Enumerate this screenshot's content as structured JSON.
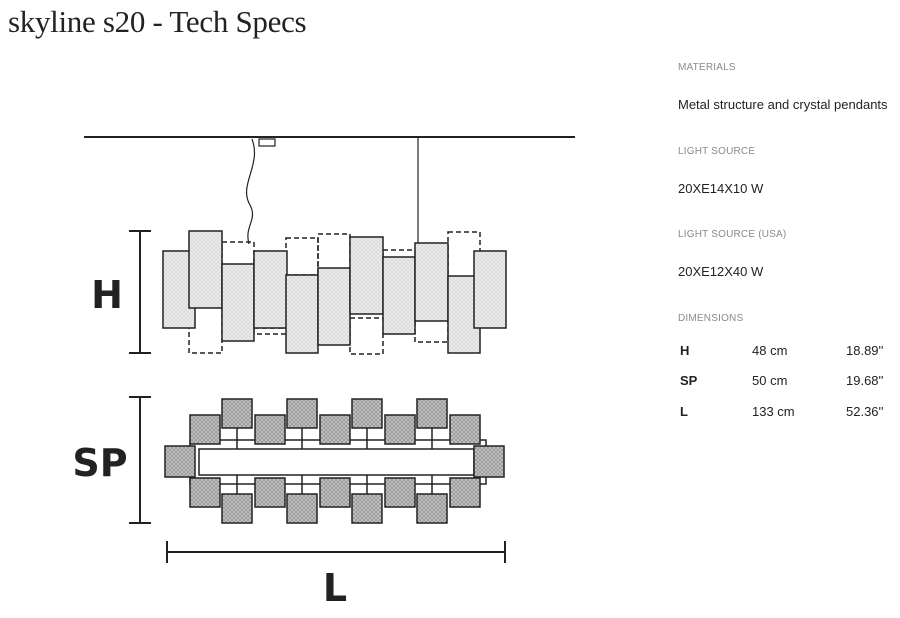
{
  "page": {
    "title": "skyline s20 - Tech Specs"
  },
  "diagram": {
    "height_label": "H",
    "spread_label": "SP",
    "length_label": "L"
  },
  "specs": {
    "materials_label": "MATERIALS",
    "materials_value": "Metal structure and crystal pendants",
    "light_source_label": "LIGHT SOURCE",
    "light_source_value": "20XE14X10 W",
    "light_source_usa_label": "LIGHT SOURCE (USA)",
    "light_source_usa_value": "20XE12X40 W",
    "dimensions_label": "DIMENSIONS",
    "dimensions": [
      {
        "name": "H",
        "cm": "48 cm",
        "inches": "18.89''"
      },
      {
        "name": "SP",
        "cm": "50 cm",
        "inches": "19.68''"
      },
      {
        "name": "L",
        "cm": "133 cm",
        "inches": "52.36''"
      }
    ]
  }
}
